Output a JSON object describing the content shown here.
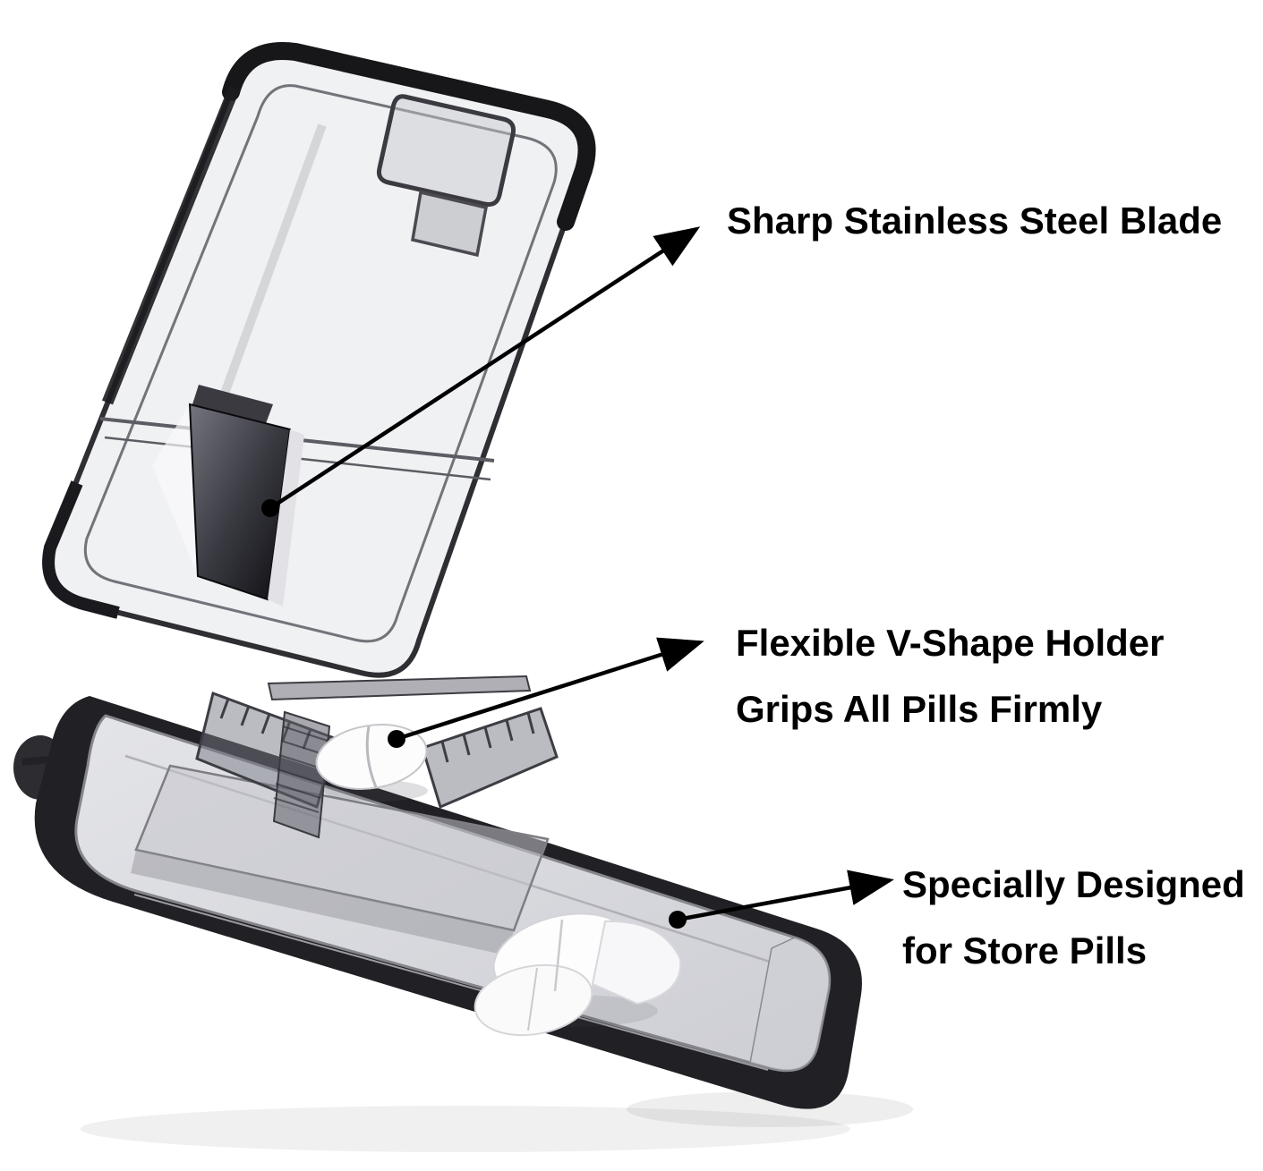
{
  "annotations": {
    "blade": {
      "label": "Sharp Stainless Steel Blade"
    },
    "holder": {
      "line1": "Flexible V-Shape Holder",
      "line2": "Grips All Pills Firmly"
    },
    "storage": {
      "line1": "Specially Designed",
      "line2": "for Store Pills"
    }
  },
  "colors": {
    "background": "#ffffff",
    "text": "#000000",
    "arrow": "#000000",
    "plastic_outline": "#2e2e33"
  }
}
